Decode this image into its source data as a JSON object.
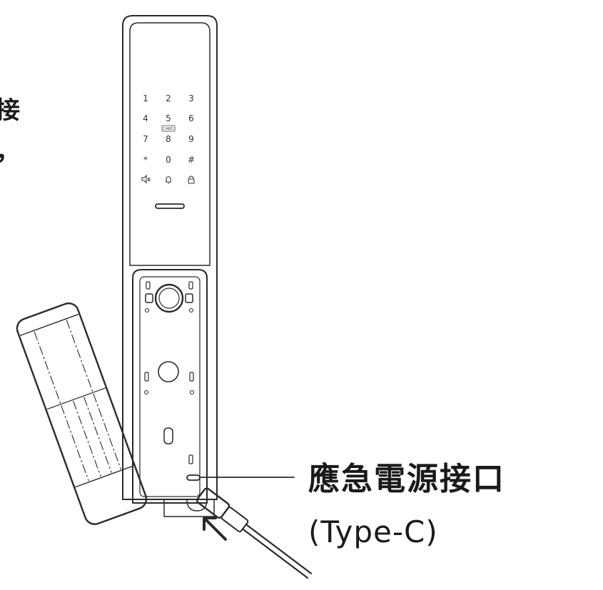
{
  "left_text": [
    "接",
    "，"
  ],
  "keypad": {
    "keys": [
      "1",
      "2",
      "3",
      "4",
      "5",
      "6",
      "7",
      "8",
      "9",
      "*",
      "0",
      "#"
    ],
    "card_label": "CARD"
  },
  "callout": {
    "title": "應急電源接口",
    "subtitle": "(Type-C)"
  }
}
